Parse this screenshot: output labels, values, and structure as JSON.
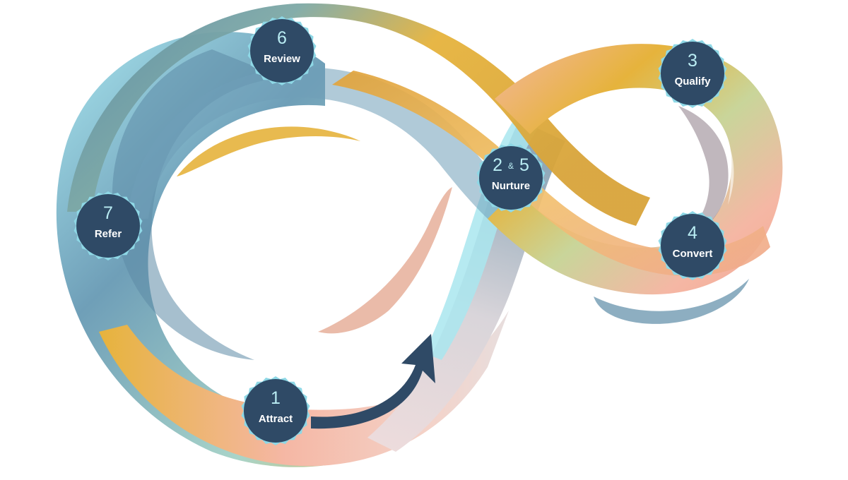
{
  "colors": {
    "badge_fill": "#2f4a66",
    "badge_edge": "#8ed8e6",
    "number_text": "#b9ecf3",
    "label_text": "#ffffff",
    "arrow": "#2f4a66",
    "band_gold": "#e6b33c",
    "band_peach": "#f5b7a4",
    "band_cyan": "#a9e6ef",
    "band_slate": "#5c8ba6"
  },
  "stages": [
    {
      "id": "attract",
      "number": "1",
      "label": "Attract"
    },
    {
      "id": "nurture",
      "number_a": "2",
      "amp": "&",
      "number_b": "5",
      "label": "Nurture"
    },
    {
      "id": "qualify",
      "number": "3",
      "label": "Qualify"
    },
    {
      "id": "convert",
      "number": "4",
      "label": "Convert"
    },
    {
      "id": "review",
      "number": "6",
      "label": "Review"
    },
    {
      "id": "refer",
      "number": "7",
      "label": "Refer"
    }
  ],
  "arrow_icon": "curved-arrow-icon"
}
